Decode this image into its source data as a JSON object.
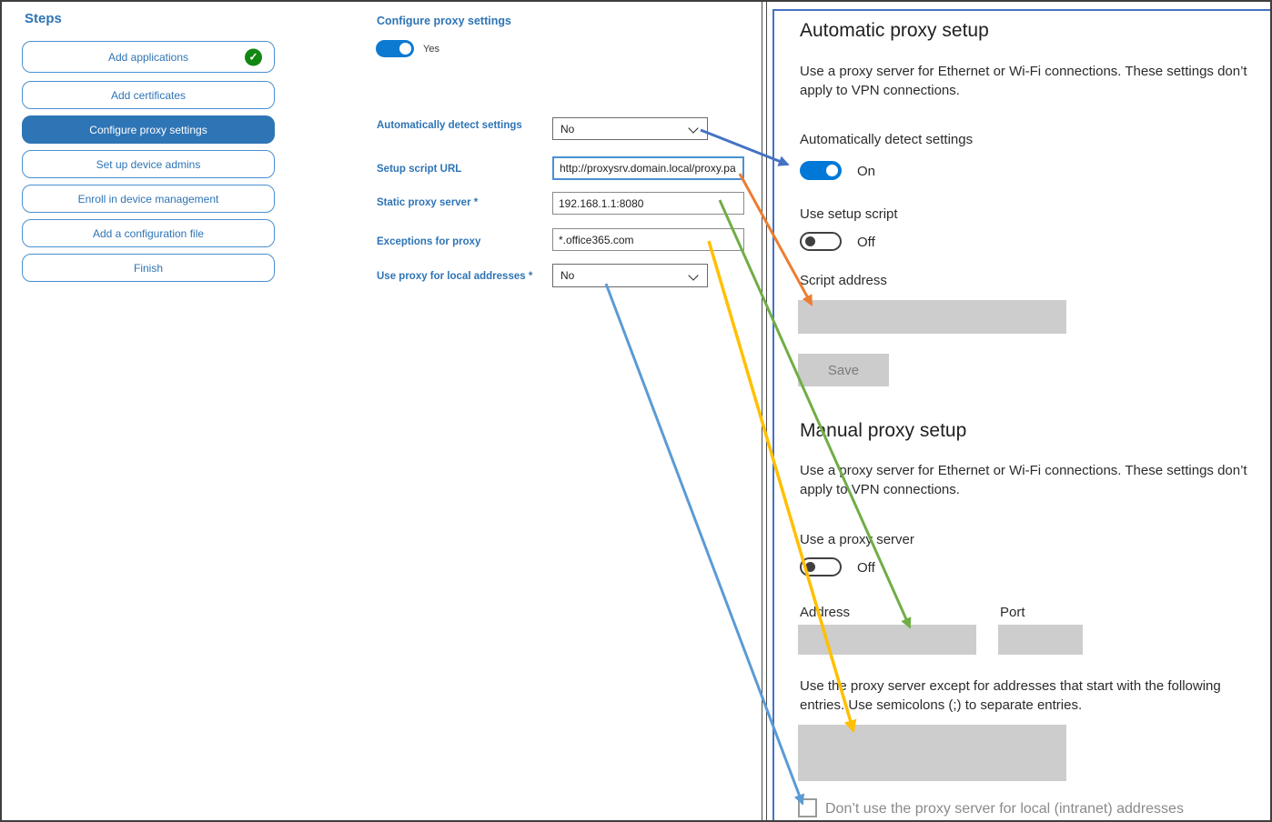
{
  "steps_panel": {
    "title": "Steps",
    "items": [
      {
        "label": "Add applications",
        "completed": true
      },
      {
        "label": "Add certificates"
      },
      {
        "label": "Configure proxy settings",
        "selected": true
      },
      {
        "label": "Set up device admins"
      },
      {
        "label": "Enroll in device management"
      },
      {
        "label": "Add a configuration file"
      },
      {
        "label": "Finish"
      }
    ]
  },
  "form": {
    "title": "Configure proxy settings",
    "enable_toggle": {
      "label": "Yes",
      "state": "on"
    },
    "fields": [
      {
        "label": "Automatically detect settings",
        "type": "dropdown",
        "value": "No"
      },
      {
        "label": "Setup script URL",
        "type": "text",
        "value": "http://proxysrv.domain.local/proxy.pa"
      },
      {
        "label": "Static proxy server *",
        "type": "text",
        "value": "192.168.1.1:8080"
      },
      {
        "label": "Exceptions for proxy",
        "type": "text",
        "value": "*.office365.com"
      },
      {
        "label": "Use proxy for local addresses *",
        "type": "dropdown",
        "value": "No"
      }
    ]
  },
  "settings_panel": {
    "automatic": {
      "heading": "Automatic proxy setup",
      "description": "Use a proxy server for Ethernet or Wi-Fi connections. These settings don’t apply to VPN connections.",
      "detect_label": "Automatically detect settings",
      "detect_state": "On",
      "script_toggle_label": "Use setup script",
      "script_toggle_state": "Off",
      "script_address_label": "Script address",
      "save_button": "Save"
    },
    "manual": {
      "heading": "Manual proxy setup",
      "description": "Use a proxy server for Ethernet or Wi-Fi connections. These settings don’t apply to VPN connections.",
      "proxy_toggle_label": "Use a proxy server",
      "proxy_toggle_state": "Off",
      "address_label": "Address",
      "port_label": "Port",
      "exceptions_text": "Use the proxy server except for addresses that start with the following entries. Use semicolons (;) to separate entries.",
      "checkbox_label": "Don’t use the proxy server for local (intranet) addresses"
    }
  },
  "arrows": [
    {
      "name": "detect-settings-arrow",
      "color": "#4472C4"
    },
    {
      "name": "setup-script-arrow",
      "color": "#ED7D31"
    },
    {
      "name": "static-proxy-arrow",
      "color": "#70AD47"
    },
    {
      "name": "exceptions-arrow",
      "color": "#FFC000"
    },
    {
      "name": "local-addresses-arrow",
      "color": "#5B9BD5"
    }
  ],
  "colors": {
    "accent_blue": "#2E75B6",
    "toggle_on": "#0078D7",
    "panel_border": "#4472C4",
    "completed_green": "#128712",
    "disabled_gray": "#cdcdcd"
  }
}
